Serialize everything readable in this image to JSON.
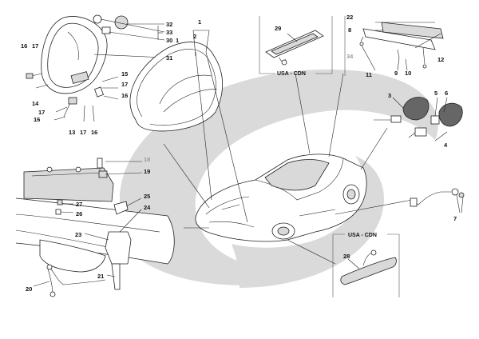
{
  "diagram": {
    "region_labels": {
      "usa_cdn_top": "USA - CDN",
      "usa_cdn_bottom": "USA - CDN"
    },
    "callouts": {
      "c1a": "1",
      "c1b": "1",
      "c2": "2",
      "c3": "3",
      "c4": "4",
      "c5": "5",
      "c6": "6",
      "c7": "7",
      "c8": "8",
      "c9": "9",
      "c10": "10",
      "c11": "11",
      "c12": "12",
      "c13": "13",
      "c14": "14",
      "c15": "15",
      "c16a": "16",
      "c16b": "16",
      "c16c": "16",
      "c16d": "16",
      "c17a": "17",
      "c17b": "17",
      "c17c": "17",
      "c17d": "17",
      "c18": "18",
      "c19": "19",
      "c20": "20",
      "c21": "21",
      "c22": "22",
      "c23": "23",
      "c24": "24",
      "c25": "25",
      "c26": "26",
      "c27": "27",
      "c28": "28",
      "c29": "29",
      "c30": "30",
      "c31": "31",
      "c32": "32",
      "c33": "33",
      "c34": "34"
    },
    "colors": {
      "watermark": "#d9d9d9",
      "ink": "#222222",
      "grey_label": "#9a9a9a"
    }
  }
}
